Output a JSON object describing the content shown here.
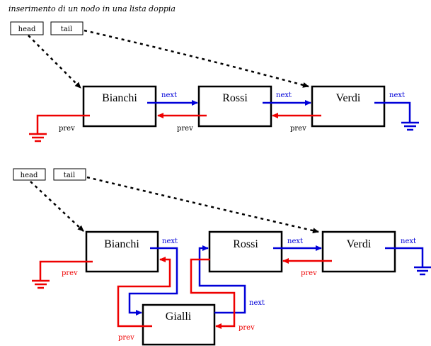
{
  "title": "inserimento di un nodo in una lista doppia",
  "pointers": {
    "head": "head",
    "tail": "tail"
  },
  "nodes": {
    "n1": "Bianchi",
    "n2": "Rossi",
    "n3": "Verdi",
    "n4": "Gialli"
  },
  "links": {
    "next": "next",
    "prev": "prev"
  },
  "colors": {
    "next_link": "#0000d8",
    "prev_link": "#ee0000",
    "pointer_link": "#000000"
  }
}
